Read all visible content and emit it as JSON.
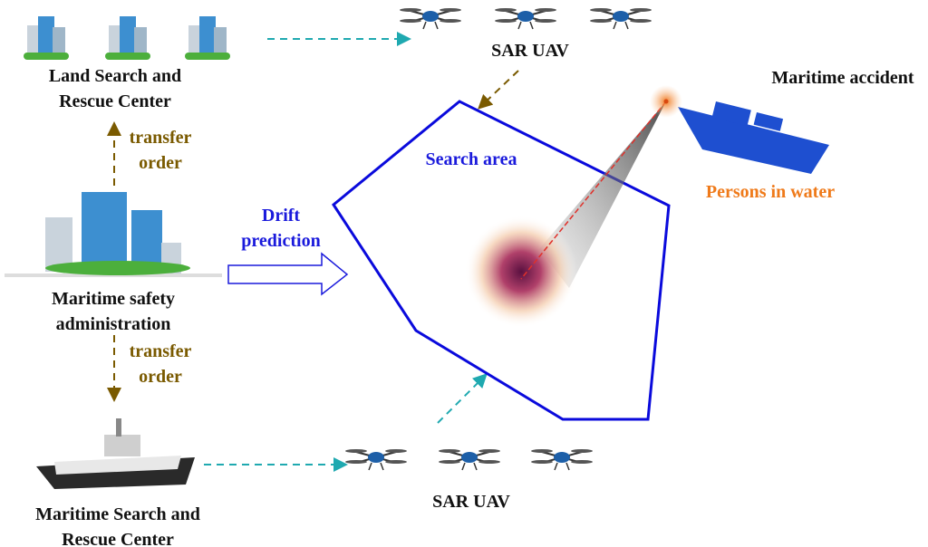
{
  "labels": {
    "land_center": [
      "Land Search and",
      "Rescue Center"
    ],
    "msa": [
      "Maritime safety",
      "administration"
    ],
    "maritime_center": [
      "Maritime Search and",
      "Rescue Center"
    ],
    "transfer_order_top": [
      "transfer",
      "order"
    ],
    "transfer_order_bottom": [
      "transfer",
      "order"
    ],
    "drift_prediction": [
      "Drift",
      "prediction"
    ],
    "sar_uav_top": "SAR UAV",
    "sar_uav_bottom": "SAR UAV",
    "search_area": "Search area",
    "maritime_accident": "Maritime accident",
    "persons_in_water": "Persons in water"
  },
  "colors": {
    "polygon": "#0a0adc",
    "brown_arrow": "#7a5a00",
    "teal_arrow": "#1fa9b0",
    "orange": "#ef7a1a",
    "ship": "#1e4fd0"
  }
}
